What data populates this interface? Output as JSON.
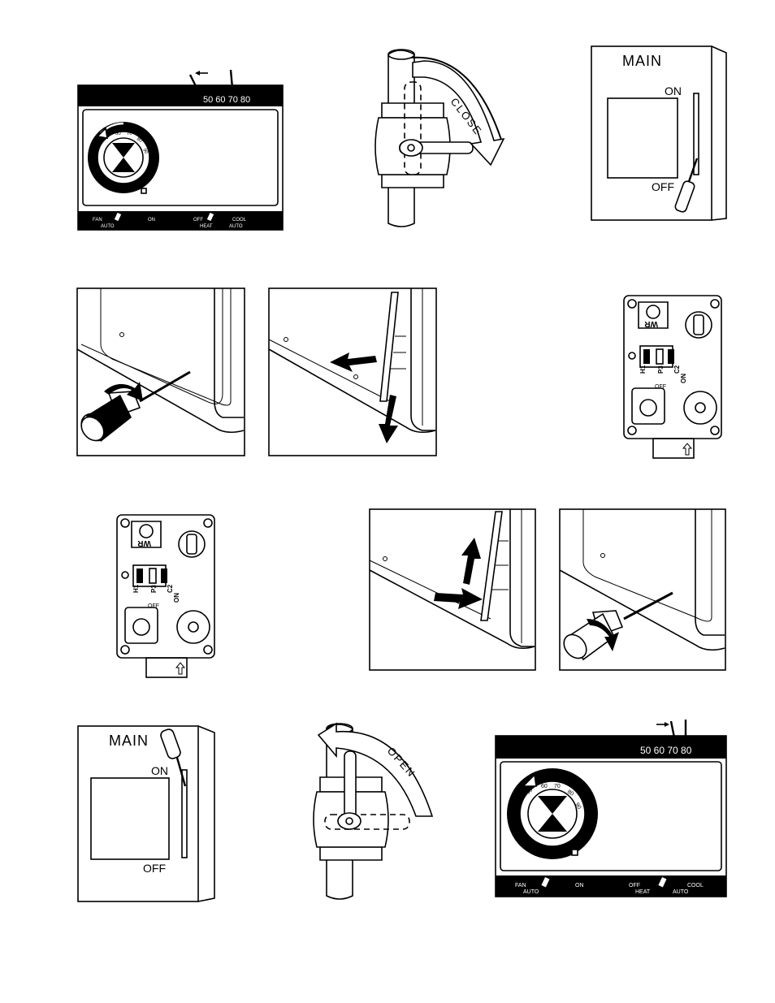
{
  "thermostat_top": {
    "scale": "50 60 70 80",
    "dial_numbers": [
      "50",
      "60",
      "70",
      "80",
      "90"
    ],
    "fan_label": "FAN",
    "auto_label": "AUTO",
    "on_label": "ON",
    "off_label": "OFF",
    "heat_label": "HEAT",
    "auto2_label": "AUTO",
    "cool_label": "COOL"
  },
  "gas_valve_close": {
    "label": "CLOSE"
  },
  "main_switch_off": {
    "title": "MAIN",
    "on_label": "ON",
    "off_label": "OFF"
  },
  "control_board": {
    "wr_label": "WR",
    "h1_label": "H1",
    "p3_label": "P3",
    "c2_label": "C2",
    "on_label": "ON",
    "off_label": "OFF"
  },
  "main_switch_on": {
    "title": "MAIN",
    "on_label": "ON",
    "off_label": "OFF"
  },
  "gas_valve_open": {
    "label": "OPEN"
  },
  "thermostat_bottom": {
    "scale": "50 60 70 80",
    "dial_numbers": [
      "50",
      "60",
      "70",
      "80",
      "90"
    ],
    "fan_label": "FAN",
    "auto_label": "AUTO",
    "on_label": "ON",
    "off_label": "OFF",
    "heat_label": "HEAT",
    "auto2_label": "AUTO",
    "cool_label": "COOL"
  }
}
